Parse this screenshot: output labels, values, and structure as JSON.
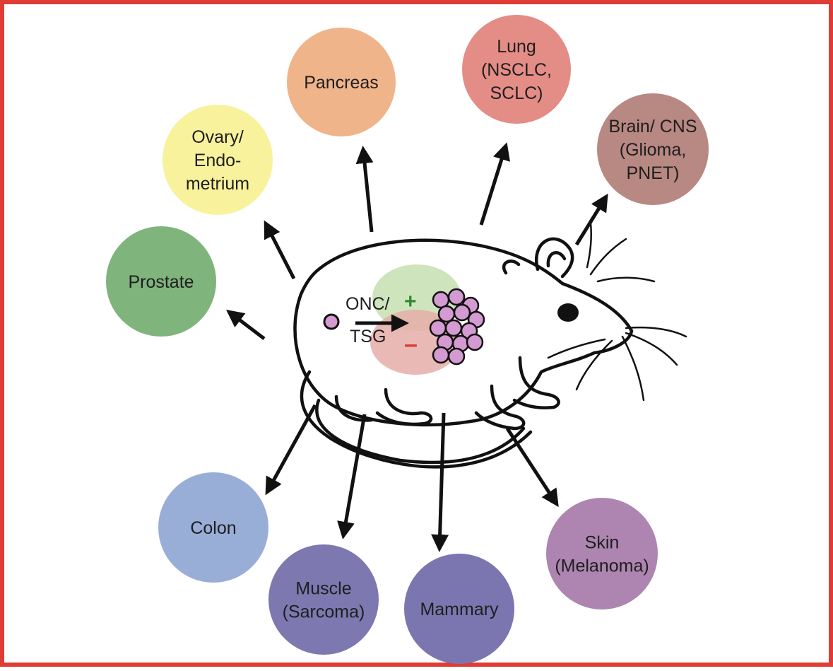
{
  "mouse": {
    "label_line1": "ONC/",
    "label_line2": "TSG",
    "plus": "+",
    "minus": "–",
    "plus_color": "#2e8b2e",
    "minus_color": "#e03b34"
  },
  "nodes": [
    {
      "id": "pancreas",
      "lines": [
        "Pancreas"
      ],
      "color": "#f0b48a",
      "text_color": "#1e1e1e"
    },
    {
      "id": "lung",
      "lines": [
        "Lung",
        "(NSCLC,",
        "SCLC)"
      ],
      "color": "#e48c86",
      "text_color": "#1e1e1e"
    },
    {
      "id": "brain",
      "lines": [
        "Brain/ CNS",
        "(Glioma,",
        "PNET)"
      ],
      "color": "#b88882",
      "text_color": "#1e1e1e"
    },
    {
      "id": "ovary",
      "lines": [
        "Ovary/",
        "Endo-",
        "metrium"
      ],
      "color": "#f8f29c",
      "text_color": "#1e1e1e"
    },
    {
      "id": "prostate",
      "lines": [
        "Prostate"
      ],
      "color": "#7fb47d",
      "text_color": "#1e1e1e"
    },
    {
      "id": "colon",
      "lines": [
        "Colon"
      ],
      "color": "#98aed6",
      "text_color": "#1e1e1e"
    },
    {
      "id": "muscle",
      "lines": [
        "Muscle",
        "(Sarcoma)"
      ],
      "color": "#7d78b0",
      "text_color": "#1e1e1e"
    },
    {
      "id": "mammary",
      "lines": [
        "Mammary"
      ],
      "color": "#7c76b0",
      "text_color": "#2b2f9a"
    },
    {
      "id": "skin",
      "lines": [
        "Skin",
        "(Melanoma)"
      ],
      "color": "#ad85b0",
      "text_color": "#1e1e1e"
    }
  ]
}
